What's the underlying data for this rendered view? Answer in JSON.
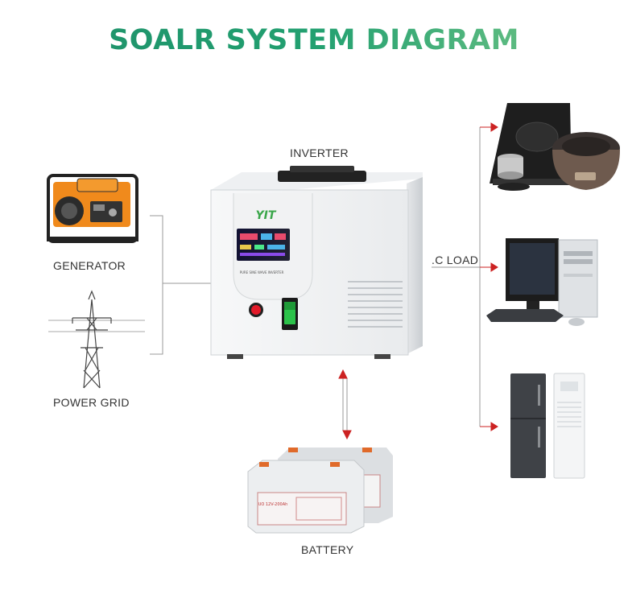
{
  "title": "SOALR SYSTEM DIAGRAM",
  "labels": {
    "inverter": "INVERTER",
    "generator": "GENERATOR",
    "power_grid": "POWER GRID",
    "ac_load": ".C LOAD",
    "battery": "BATTERY"
  },
  "inverter_panel": {
    "brand": "YIT",
    "model_text": "PURE SINE WAVE INVERTER"
  },
  "battery_panel": {
    "rating": "UO 12V-200Ah"
  },
  "colors": {
    "title_start": "#1e8f6a",
    "title_end": "#7cc98a",
    "arrow": "#cc2222",
    "line": "#999999"
  }
}
